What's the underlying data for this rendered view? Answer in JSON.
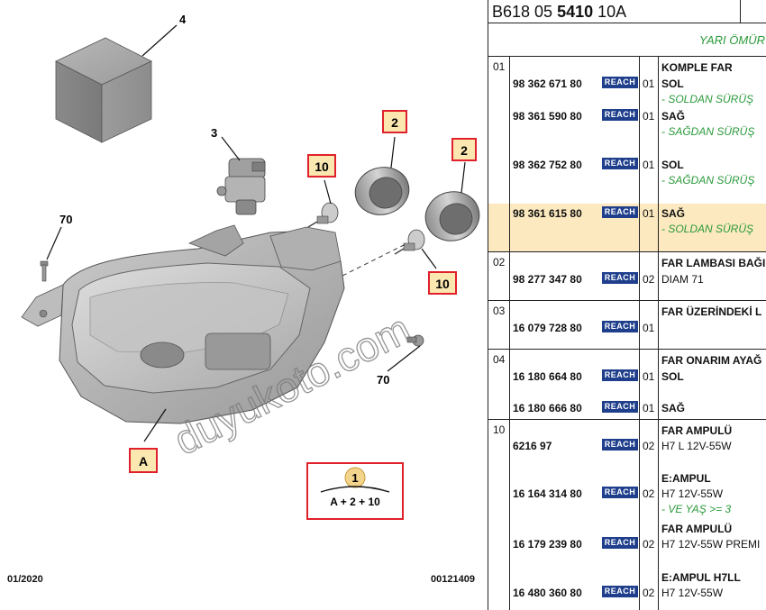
{
  "reference": {
    "prefix": "B618 05",
    "bold": "5410",
    "suffix": "10A"
  },
  "subtitle": "YARI ÖMÜR",
  "diagram": {
    "labels": [
      "4",
      "3",
      "2",
      "2",
      "10",
      "10",
      "70",
      "70",
      "A"
    ],
    "formula": {
      "circle": "1",
      "text": "A + 2 + 10"
    },
    "watermark": "duyukoto.com",
    "footer_left": "01/2020",
    "footer_right": "00121409"
  },
  "reach_label": "REACH",
  "groups": [
    {
      "num": "01",
      "rows": [
        {
          "part": "98 362 671 80",
          "qty": "01",
          "desc": [
            "KOMPLE FAR",
            "SOL"
          ],
          "note": "- SOLDAN SÜRÜŞ"
        },
        {
          "part": "98 361 590 80",
          "qty": "01",
          "desc": [
            "SAĞ"
          ],
          "note": "- SAĞDAN SÜRÜŞ"
        },
        {
          "part": "98 362 752 80",
          "qty": "01",
          "desc": [
            "SOL"
          ],
          "note": "- SAĞDAN SÜRÜŞ"
        },
        {
          "part": "98 361 615 80",
          "qty": "01",
          "desc": [
            "SAĞ"
          ],
          "note": "- SOLDAN SÜRÜŞ"
        }
      ]
    },
    {
      "num": "02",
      "rows": [
        {
          "part": "98 277 347 80",
          "qty": "02",
          "desc": [
            "FAR LAMBASI BAĞI"
          ],
          "plain": "DIAM 71"
        }
      ]
    },
    {
      "num": "03",
      "rows": [
        {
          "part": "16 079 728 80",
          "qty": "01",
          "desc": [
            "FAR ÜZERİNDEKİ L"
          ]
        }
      ]
    },
    {
      "num": "04",
      "rows": [
        {
          "part": "16 180 664 80",
          "qty": "01",
          "desc": [
            "FAR ONARIM AYAĞ",
            "SOL"
          ]
        },
        {
          "part": "16 180 666 80",
          "qty": "01",
          "desc": [
            "SAĞ"
          ]
        }
      ]
    },
    {
      "num": "10",
      "rows": [
        {
          "part": "6216 97",
          "qty": "02",
          "desc": [
            "FAR AMPULÜ"
          ],
          "plain": "H7 L 12V-55W"
        },
        {
          "part": "16 164 314 80",
          "qty": "02",
          "desc": [
            "E:AMPUL"
          ],
          "plain": "H7 12V-55W",
          "note": "- VE YAŞ >= 3"
        },
        {
          "part": "16 179 239 80",
          "qty": "02",
          "desc": [
            "FAR AMPULÜ"
          ],
          "plain": "H7 12V-55W PREMI"
        },
        {
          "part": "16 480 360 80",
          "qty": "02",
          "desc": [
            "E:AMPUL H7LL"
          ],
          "plain": "H7 12V-55W"
        }
      ]
    }
  ],
  "colors": {
    "reach_bg": "#1f3f8c",
    "note_green": "#2a9a3a",
    "highlight": "#fce9bf",
    "callout_red": "#e0202a",
    "callout_fill": "#fbe7b0"
  }
}
